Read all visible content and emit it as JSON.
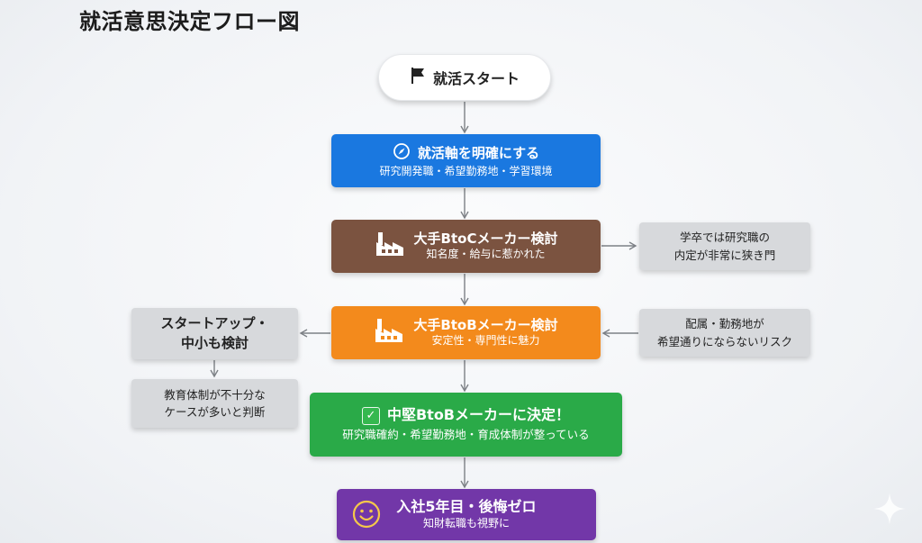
{
  "title": "就活意思決定フロー図",
  "start": {
    "label": "就活スタート",
    "icon": "flag-icon"
  },
  "steps": {
    "axis": {
      "title": "就活軸を明確にする",
      "subtitle": "研究開発職・希望勤務地・学習環境",
      "icon": "compass-icon",
      "color": "#1a78e0"
    },
    "btoc": {
      "title": "大手BtoCメーカー検討",
      "subtitle": "知名度・給与に惹かれた",
      "icon": "factory-icon",
      "color": "#7b5340"
    },
    "btob": {
      "title": "大手BtoBメーカー検討",
      "subtitle": "安定性・専門性に魅力",
      "icon": "factory-icon",
      "color": "#f38a1c"
    },
    "decide": {
      "title": "中堅BtoBメーカーに決定！",
      "subtitle": "研究職確約・希望勤務地・育成体制が整っている",
      "icon": "check-icon",
      "color": "#2aaa48"
    },
    "result": {
      "title": "入社5年目・後悔ゼロ",
      "subtitle": "知財転職も視野に",
      "icon": "smile-icon",
      "color": "#7237a8"
    }
  },
  "notes": {
    "btoc": {
      "line1": "学卒では研究職の",
      "line2": "内定が非常に狭き門"
    },
    "btob": {
      "line1": "配属・勤務地が",
      "line2": "希望通りにならないリスク"
    },
    "startup": {
      "line1": "スタートアップ・",
      "line2": "中小も検討"
    },
    "edu": {
      "line1": "教育体制が不十分な",
      "line2": "ケースが多いと判断"
    }
  }
}
